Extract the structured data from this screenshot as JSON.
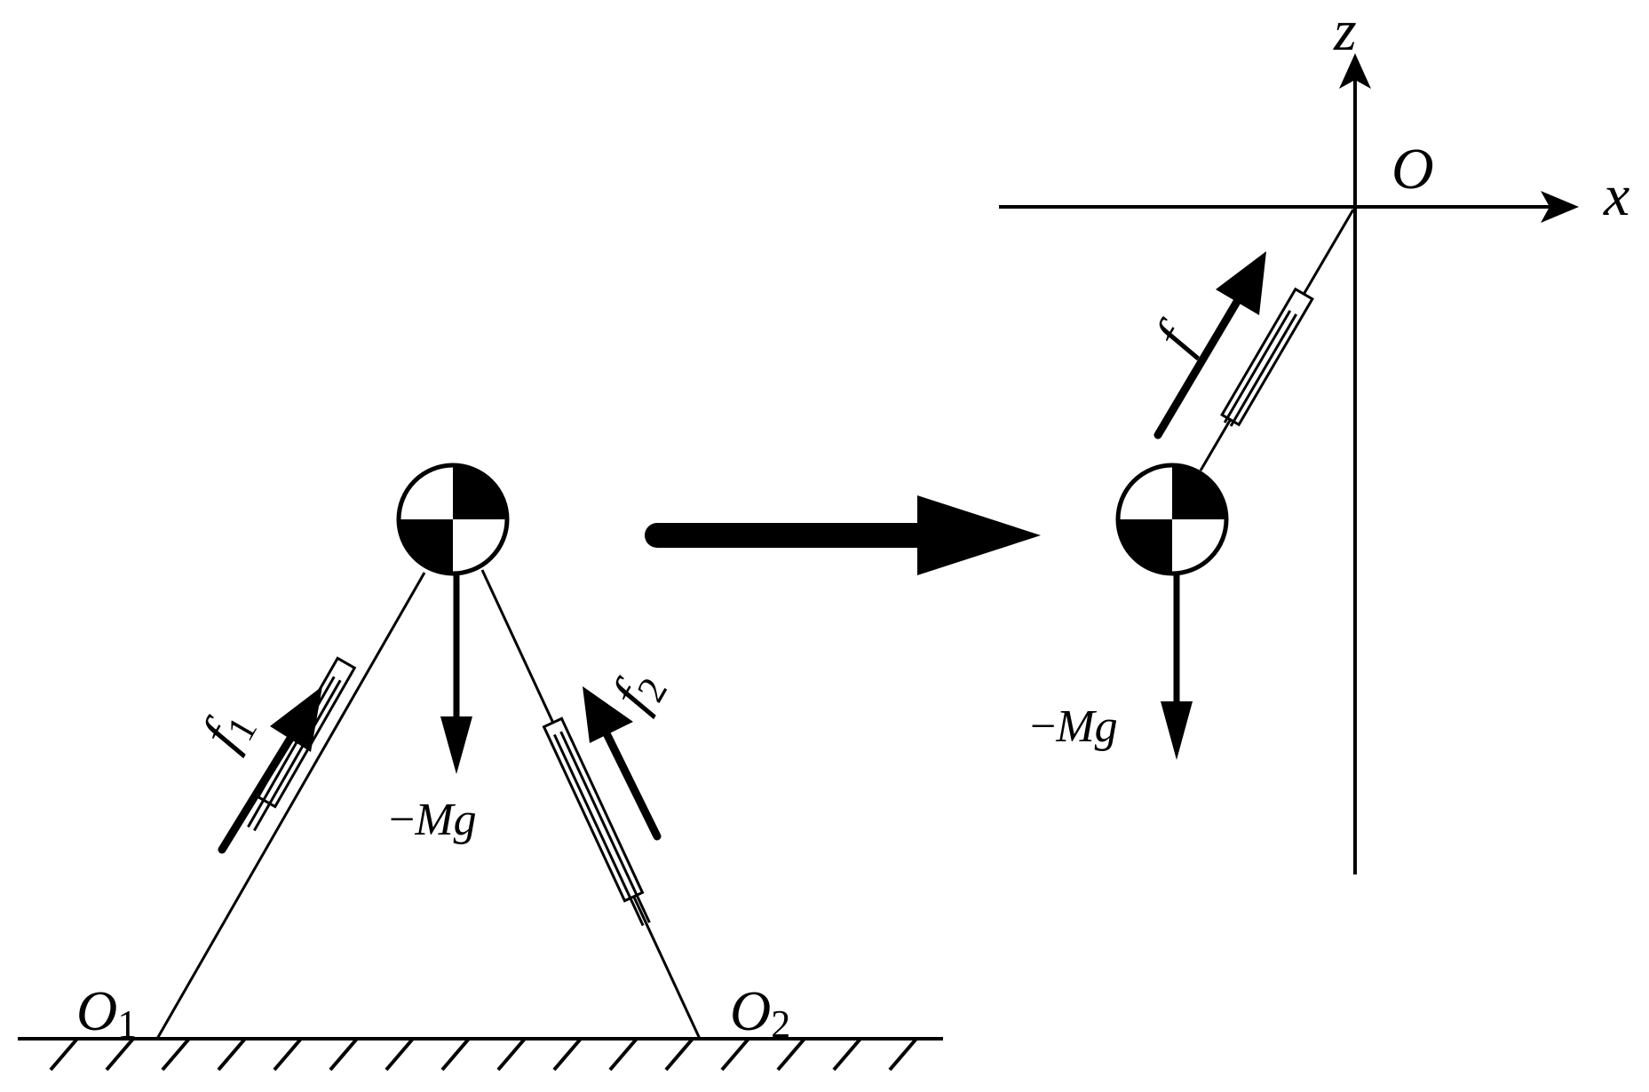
{
  "labels": {
    "o1": {
      "main": "O",
      "sub": "1"
    },
    "o2": {
      "main": "O",
      "sub": "2"
    },
    "f1": {
      "main": "f",
      "sub": "1"
    },
    "f2": {
      "main": "f",
      "sub": "2"
    },
    "mg_left": {
      "minus": "−",
      "text": "Mg"
    },
    "mg_right": {
      "minus": "−",
      "text": "Mg"
    },
    "f": "f",
    "origin": "O",
    "x_axis": "x",
    "z_axis": "z"
  }
}
